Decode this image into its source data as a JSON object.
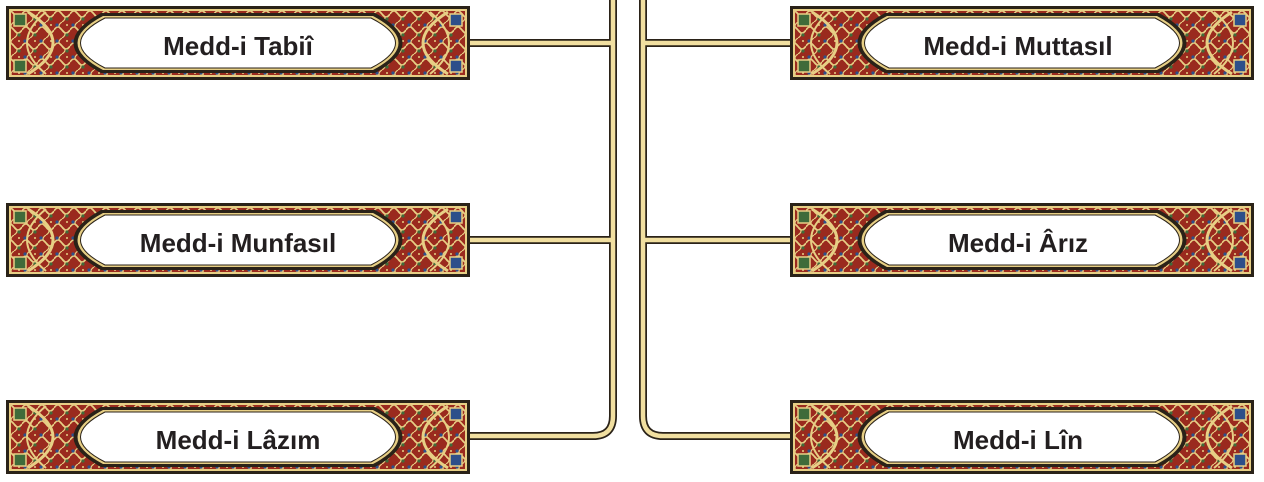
{
  "left_items": [
    {
      "label": "Medd-i Tabiî"
    },
    {
      "label": "Medd-i Munfasıl"
    },
    {
      "label": "Medd-i Lâzım"
    }
  ],
  "right_items": [
    {
      "label": "Medd-i Muttasıl"
    },
    {
      "label": "Medd-i Ârız"
    },
    {
      "label": "Medd-i Lîn"
    }
  ],
  "colors": {
    "frame_red": "#9a2a1e",
    "frame_blue": "#2d4f8a",
    "frame_green": "#3f6b3a",
    "frame_gold": "#e7cf85",
    "frame_dark": "#2a2218",
    "connector_fill": "#f1dfa0",
    "text": "#231f20"
  }
}
